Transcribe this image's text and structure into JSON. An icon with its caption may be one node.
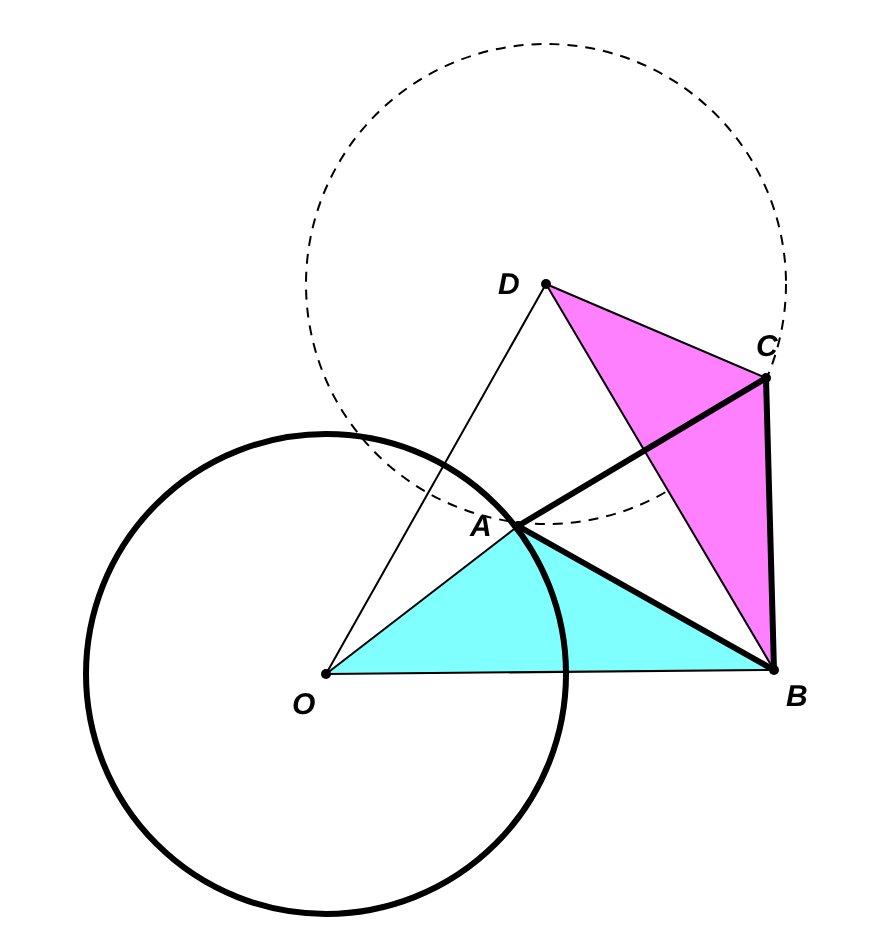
{
  "diagram": {
    "labels": [
      "D",
      "C",
      "A",
      "O",
      "B"
    ]
  }
}
